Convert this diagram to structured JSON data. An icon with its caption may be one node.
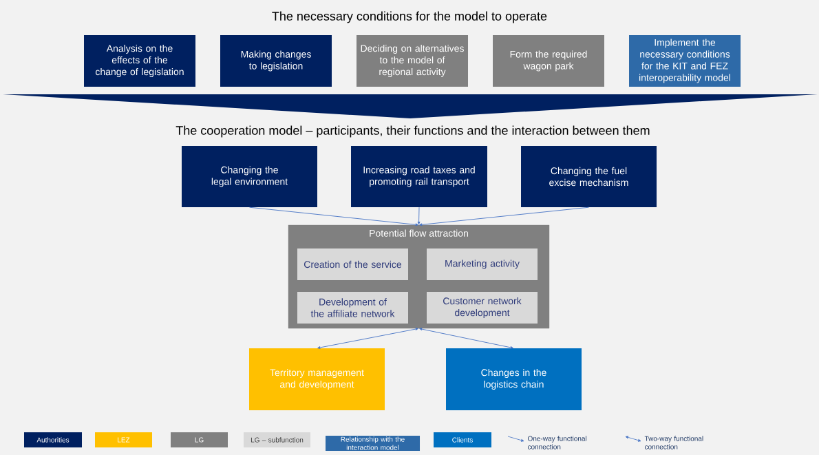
{
  "diagram": {
    "title": "The necessary conditions for the model to operate",
    "nodes": [
      {
        "text": [
          "Analysis on the effects of the change of legislation"
        ]
      },
      {
        "text": [
          "Making changes to legislation"
        ]
      },
      {
        "text": [
          "Deciding on alternatives to the model of regional activity"
        ]
      },
      {
        "text": [
          "Form the required wagon park"
        ]
      },
      {
        "text": [
          "Implement the necessary conditions for the KIT and FEZ interoperability model"
        ]
      },
      {
        "text": [
          "Changing the legal environment"
        ]
      },
      {
        "text": [
          "Increasing road taxes and promoting rail transport"
        ]
      },
      {
        "text": [
          "Changing the fuel excise mechanism"
        ]
      },
      {
        "text": [
          "Potential flow attraction"
        ]
      },
      {
        "text": [
          "Creation of the service"
        ],
        "in": 8
      },
      {
        "text": [
          "Marketing activity"
        ],
        "in": 8
      },
      {
        "text": [
          "Development of the affiliate network"
        ],
        "in": 8
      },
      {
        "text": [
          "Customer network development"
        ],
        "in": 8
      },
      {
        "text": [
          "Territory management and development"
        ]
      },
      {
        "text": [
          "Changes in the logistics chain"
        ]
      }
    ],
    "edges": [
      {
        "from": 5,
        "to": 8,
        "arrow": "to"
      },
      {
        "from": 6,
        "to": 8,
        "arrow": "to"
      },
      {
        "from": 7,
        "to": 8,
        "arrow": "to"
      },
      {
        "from": 8,
        "to": 13,
        "arrow": "both"
      },
      {
        "from": 8,
        "to": 14,
        "arrow": "both"
      }
    ],
    "labels": [
      "The cooperation model – participants, their functions and the interaction between them"
    ],
    "legend": [
      {
        "text": "Authorities",
        "color": "#002060"
      },
      {
        "text": "LEZ",
        "color": "#ffc000"
      },
      {
        "text": "LG",
        "color": "#808080"
      },
      {
        "text": "LG – subfunction",
        "color": "#d9d9d9"
      },
      {
        "text": "Relationship with the interaction model",
        "color": "#2e6aa8"
      },
      {
        "text": "Clients",
        "color": "#0070c0"
      },
      {
        "text": "One-way functional connection"
      },
      {
        "text": "Two-way functional connection"
      }
    ]
  }
}
